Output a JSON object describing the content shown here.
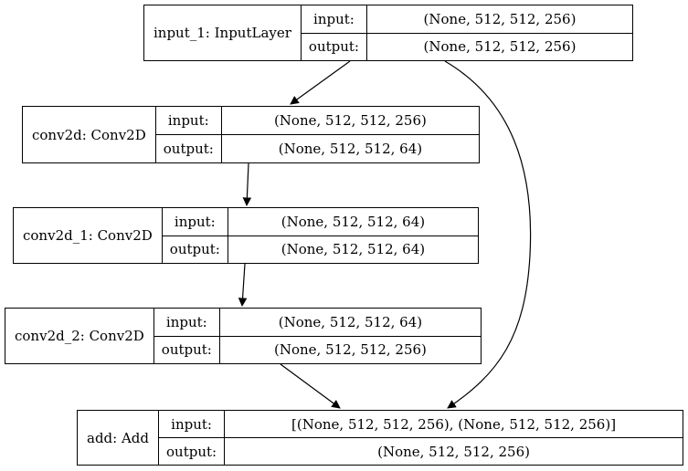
{
  "layers": [
    {
      "id": "input_1",
      "name": "input_1: InputLayer",
      "input_label": "input:",
      "input_shape": "(None, 512, 512, 256)",
      "output_label": "output:",
      "output_shape": "(None, 512, 512, 256)"
    },
    {
      "id": "conv2d",
      "name": "conv2d: Conv2D",
      "input_label": "input:",
      "input_shape": "(None, 512, 512, 256)",
      "output_label": "output:",
      "output_shape": "(None, 512, 512, 64)"
    },
    {
      "id": "conv2d_1",
      "name": "conv2d_1: Conv2D",
      "input_label": "input:",
      "input_shape": "(None, 512, 512, 64)",
      "output_label": "output:",
      "output_shape": "(None, 512, 512, 64)"
    },
    {
      "id": "conv2d_2",
      "name": "conv2d_2: Conv2D",
      "input_label": "input:",
      "input_shape": "(None, 512, 512, 64)",
      "output_label": "output:",
      "output_shape": "(None, 512, 512, 256)"
    },
    {
      "id": "add",
      "name": "add: Add",
      "input_label": "input:",
      "input_shape": "[(None, 512, 512, 256), (None, 512, 512, 256)]",
      "output_label": "output:",
      "output_shape": "(None, 512, 512, 256)"
    }
  ],
  "edges": [
    {
      "from": "input_1",
      "to": "conv2d"
    },
    {
      "from": "conv2d",
      "to": "conv2d_1"
    },
    {
      "from": "conv2d_1",
      "to": "conv2d_2"
    },
    {
      "from": "conv2d_2",
      "to": "add"
    },
    {
      "from": "input_1",
      "to": "add"
    }
  ],
  "colors": {
    "line": "#000000",
    "background": "#ffffff"
  }
}
